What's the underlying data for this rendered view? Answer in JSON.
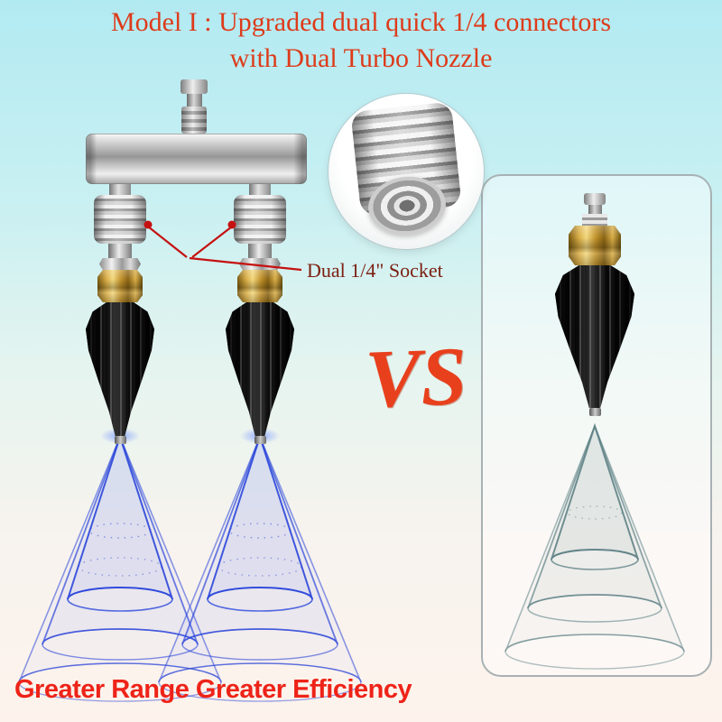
{
  "title": {
    "line1": "Model I : Upgraded dual quick 1/4 connectors",
    "line2": "with Dual Turbo Nozzle"
  },
  "annotation": {
    "socket_label": "Dual 1/4\" Socket"
  },
  "comparison": {
    "vs_label": "VS"
  },
  "footer": {
    "tagline": "Greater Range Greater Efficiency"
  },
  "colors": {
    "title_red": "#dd3b1a",
    "annotation_red": "#c51111",
    "socket_label_maroon": "#7c2012",
    "vs_red": "#e8401c",
    "tagline_red": "#ee2318",
    "spray_blue": "#2b46d9",
    "spray_gray_teal": "#5f8287",
    "background_top_cyan": "#b2eaf2",
    "background_bottom_pink": "#fdf3ec",
    "brass_gold": "#c9992e",
    "metal_silver": "#c7c7c7",
    "nozzle_black": "#141414"
  }
}
